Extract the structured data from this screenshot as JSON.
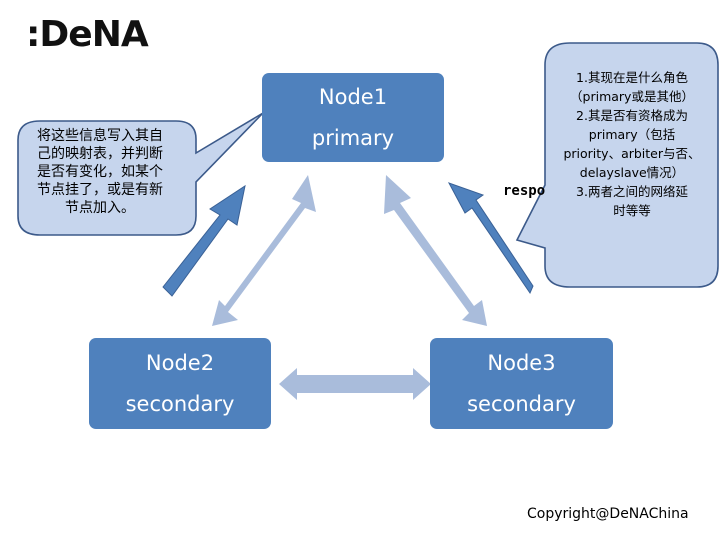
{
  "logo": {
    "text": ":DeNA"
  },
  "nodes": [
    {
      "name": "Node1",
      "role": "primary"
    },
    {
      "name": "Node2",
      "role": "secondary"
    },
    {
      "name": "Node3",
      "role": "secondary"
    }
  ],
  "callouts": {
    "left": {
      "lines": [
        "将这些信息写入其自",
        "己的映射表，并判断",
        "是否有变化，如某个",
        "节点挂了，或是有新",
        "节点加入。"
      ]
    },
    "right": {
      "lines": [
        "1.其现在是什么角色",
        "（primary或是其他）",
        "2.其是否有资格成为",
        "primary（包括",
        "priority、arbiter与否、",
        "delayslave情况）",
        "3.两者之间的网络延",
        "时等等"
      ]
    }
  },
  "partial_label": "respo",
  "copyright": "Copyright@DeNAChina",
  "colors": {
    "node_fill": "#4f81bd",
    "light_arrow": "#a9bcdb",
    "dark_arrow": "#4f81bd",
    "callout_fill": "#c6d5ed",
    "callout_stroke": "#3c5a8a"
  }
}
